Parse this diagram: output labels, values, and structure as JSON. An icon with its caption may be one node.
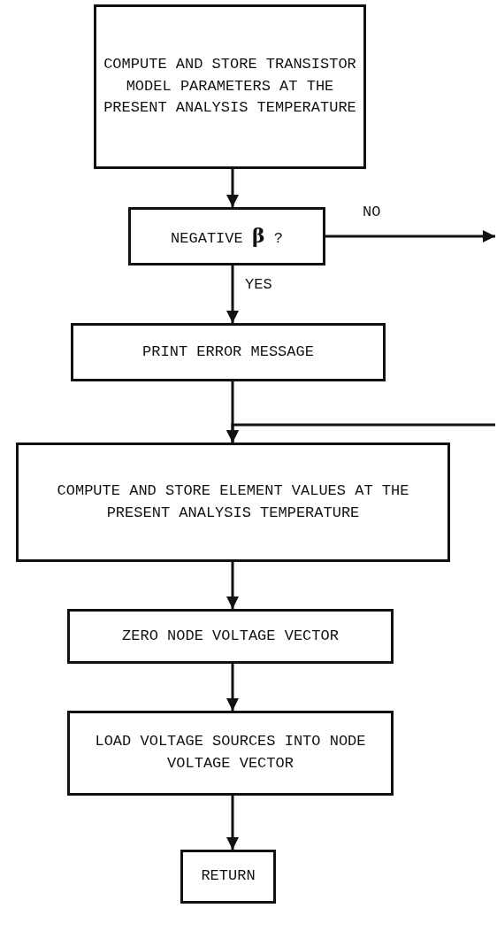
{
  "diagram": {
    "nodes": [
      {
        "text": [
          "COMPUTE AND STORE TRANSISTOR MODEL PARAMETERS AT THE PRESENT ANALYSIS TEMPERATURE"
        ]
      },
      {
        "text": [
          "NEGATIVE **β** ?"
        ]
      },
      {
        "text": [
          "PRINT ERROR MESSAGE"
        ]
      },
      {
        "text": [
          "COMPUTE AND STORE ELEMENT VALUES AT THE PRESENT ANALYSIS TEMPERATURE"
        ]
      },
      {
        "text": [
          "ZERO NODE VOLTAGE VECTOR"
        ]
      },
      {
        "text": [
          "LOAD VOLTAGE SOURCES INTO NODE VOLTAGE VECTOR"
        ]
      },
      {
        "text": [
          "RETURN"
        ]
      }
    ],
    "edges": [
      {
        "from": 0,
        "to": 1,
        "arrow": "to"
      },
      {
        "from": 1,
        "to": null,
        "arrow": "to",
        "label": "NO"
      },
      {
        "from": 1,
        "to": 2,
        "arrow": "to",
        "label": "YES"
      },
      {
        "from": 2,
        "to": 3,
        "arrow": "to"
      },
      {
        "from": null,
        "to": 3,
        "arrow": "to"
      },
      {
        "from": 3,
        "to": 4,
        "arrow": "to"
      },
      {
        "from": 4,
        "to": 5,
        "arrow": "to"
      },
      {
        "from": 5,
        "to": 6,
        "arrow": "to"
      }
    ]
  }
}
